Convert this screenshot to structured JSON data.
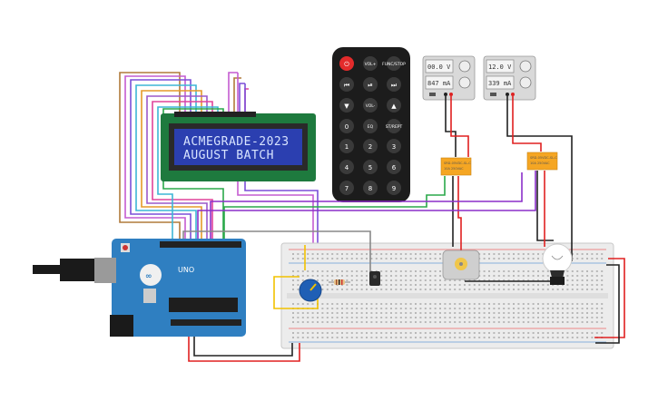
{
  "lcd": {
    "line1": "ACMEGRADE-2023",
    "line2": "AUGUST BATCH"
  },
  "power_supplies": [
    {
      "voltage": "00.0 V",
      "current": "847 mA"
    },
    {
      "voltage": "12.0 V",
      "current": "339 mA"
    }
  ],
  "remote": {
    "buttons": [
      "⏻",
      "VOL+",
      "FUNC/STOP",
      "⏮",
      "⏯",
      "⏭",
      "▼",
      "VOL-",
      "▲",
      "0",
      "EQ",
      "ST/REPT",
      "1",
      "2",
      "3",
      "4",
      "5",
      "6",
      "7",
      "8",
      "9"
    ]
  },
  "arduino": {
    "brand": "UNO"
  },
  "colors": {
    "wire_red": "#e02020",
    "wire_black": "#222222",
    "wire_purple": "#8b2fc9",
    "wire_green": "#2aa84a",
    "wire_yellow": "#f2c200",
    "board_blue": "#2f7fc1",
    "relay_orange": "#f5a623"
  }
}
